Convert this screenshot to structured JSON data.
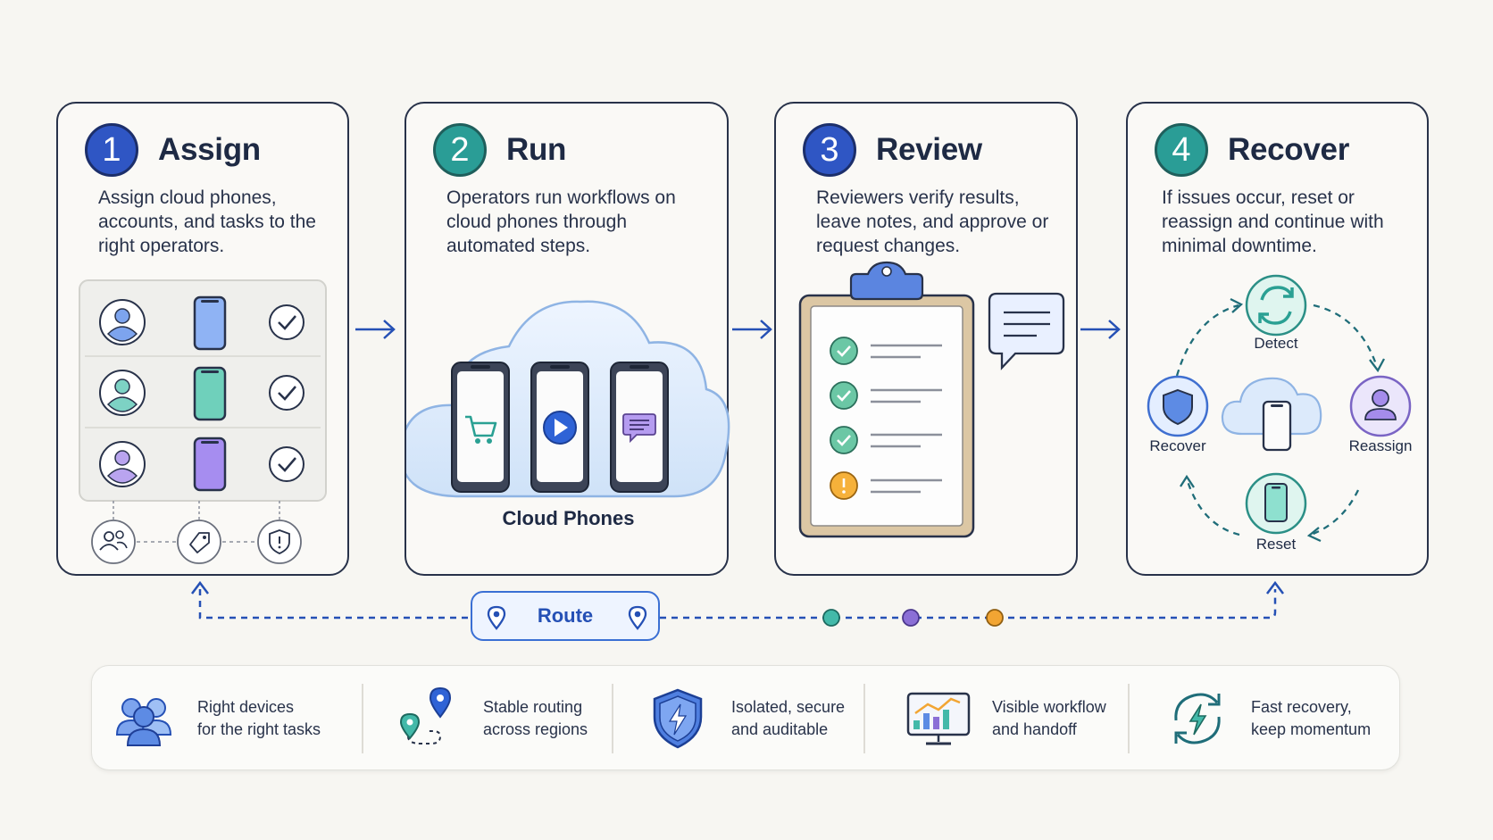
{
  "steps": [
    {
      "number": "1",
      "title": "Assign",
      "description": "Assign cloud phones, accounts, and tasks to the right operators."
    },
    {
      "number": "2",
      "title": "Run",
      "description": "Operators run workflows on cloud phones through automated steps."
    },
    {
      "number": "3",
      "title": "Review",
      "description": "Reviewers verify results, leave notes, and approve or request changes."
    },
    {
      "number": "4",
      "title": "Recover",
      "description": "If issues occur, reset or reassign and continue with minimal downtime."
    }
  ],
  "run_panel": {
    "cloud_label": "Cloud Phones"
  },
  "recover_cycle": {
    "detect": "Detect",
    "reassign": "Reassign",
    "reset": "Reset",
    "recover": "Recover"
  },
  "route": {
    "label": "Route"
  },
  "benefits": [
    {
      "icon": "users-icon",
      "text": "Right devices\nfor the right tasks"
    },
    {
      "icon": "route-pins-icon",
      "text": "Stable routing\nacross regions"
    },
    {
      "icon": "shield-bolt-icon",
      "text": "Isolated, secure\nand auditable"
    },
    {
      "icon": "monitor-chart-icon",
      "text": "Visible workflow\nand handoff"
    },
    {
      "icon": "refresh-bolt-icon",
      "text": "Fast recovery,\nkeep momentum"
    }
  ],
  "colors": {
    "blue": "#2f56c4",
    "teal": "#2a9d96",
    "purple": "#8b6fd6",
    "orange": "#f2a533",
    "green": "#3aa889",
    "ink": "#28324a"
  }
}
